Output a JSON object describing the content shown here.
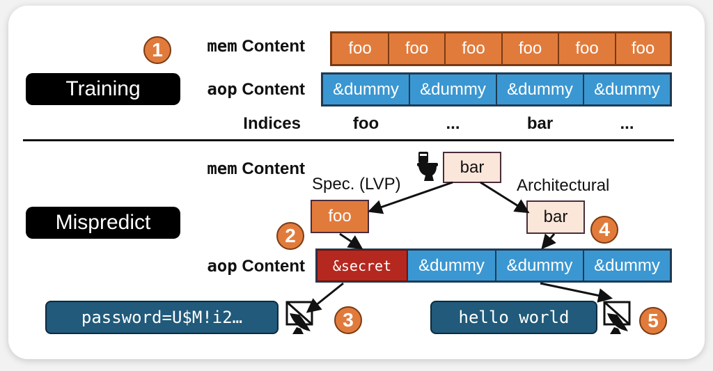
{
  "training": {
    "label": "Training",
    "mem_label_mono": "mem",
    "mem_label_rest": " Content",
    "aop_label_mono": "aop",
    "aop_label_rest": " Content",
    "indices_label": "Indices",
    "mem_cells": [
      "foo",
      "foo",
      "foo",
      "foo",
      "foo",
      "foo"
    ],
    "aop_cells": [
      "&dummy",
      "&dummy",
      "&dummy",
      "&dummy"
    ],
    "indices": [
      "foo",
      "...",
      "bar",
      "..."
    ],
    "step_number": "1"
  },
  "mispredict": {
    "label": "Mispredict",
    "mem_label_mono": "mem",
    "mem_label_rest": " Content",
    "aop_label_mono": "aop",
    "aop_label_rest": " Content",
    "mem_value": "bar",
    "spec_caption": "Spec. (LVP)",
    "arch_caption": "Architectural",
    "spec_value": "foo",
    "arch_value": "bar",
    "aop_cells": [
      "&secret",
      "&dummy",
      "&dummy",
      "&dummy"
    ],
    "leak_output": "password=U$M!i2…",
    "benign_output": "hello world",
    "step_numbers": [
      "2",
      "3",
      "4",
      "5"
    ]
  },
  "icons": {
    "predictor": "toilet-icon",
    "transmit": "satellite-dish-icon"
  },
  "colors": {
    "mem": "#e17b3c",
    "aop": "#3b97d1",
    "secret": "#b5281f",
    "terminal": "#215a7a",
    "highlight": "#fbe6da"
  }
}
